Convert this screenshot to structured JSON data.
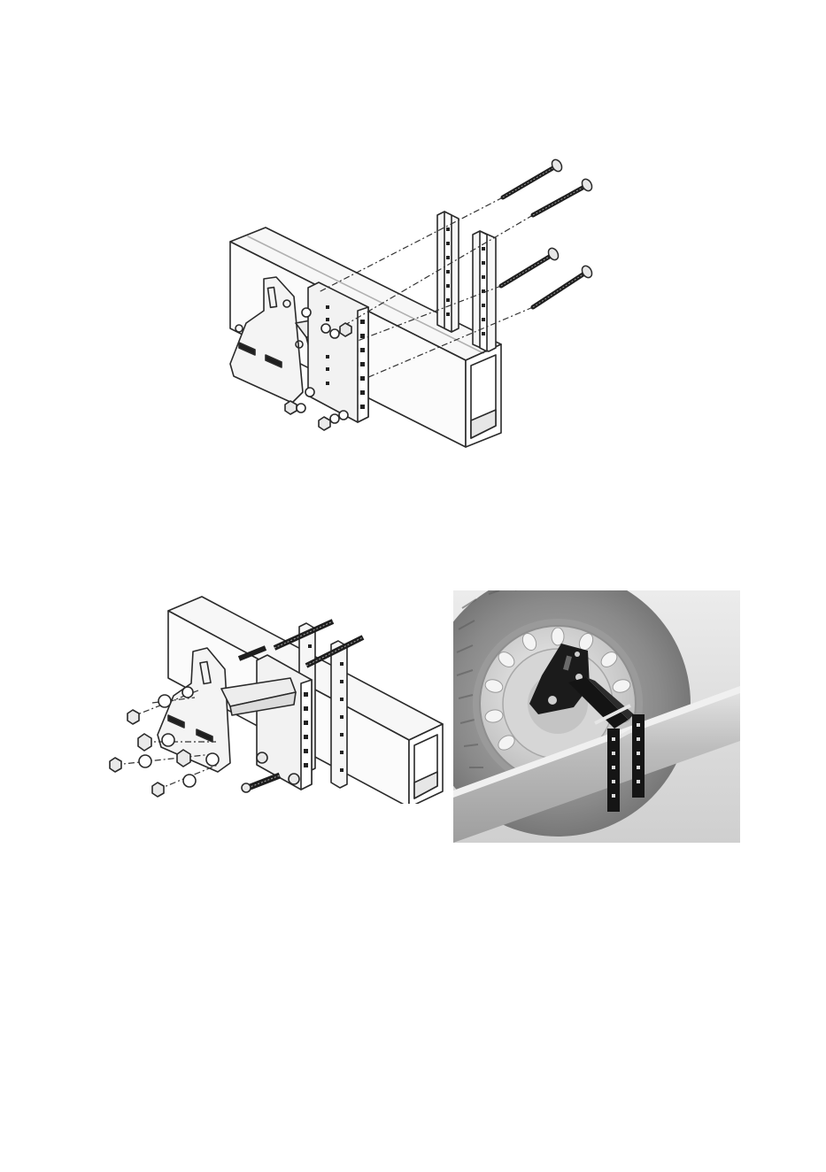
{
  "figures": [
    {
      "id": "exploded-view",
      "kind": "line-drawing"
    },
    {
      "id": "assembled-view",
      "kind": "line-drawing"
    },
    {
      "id": "installed-photo",
      "kind": "rendering"
    }
  ],
  "colors": {
    "line": "#2a2a2a",
    "plate_fill": "#f4f4f4",
    "tube_fill": "#f7f7f7",
    "bracket_black": "#1b1b1b",
    "tire_gray": "#8c8c8c",
    "rim_silver": "#d9d9d9",
    "rail_steel": "#b8b8b8",
    "photo_bg": "#c9c9c9"
  },
  "icons": {
    "bolt": "bolt-icon",
    "nut": "hex-nut-icon",
    "washer": "washer-icon"
  }
}
